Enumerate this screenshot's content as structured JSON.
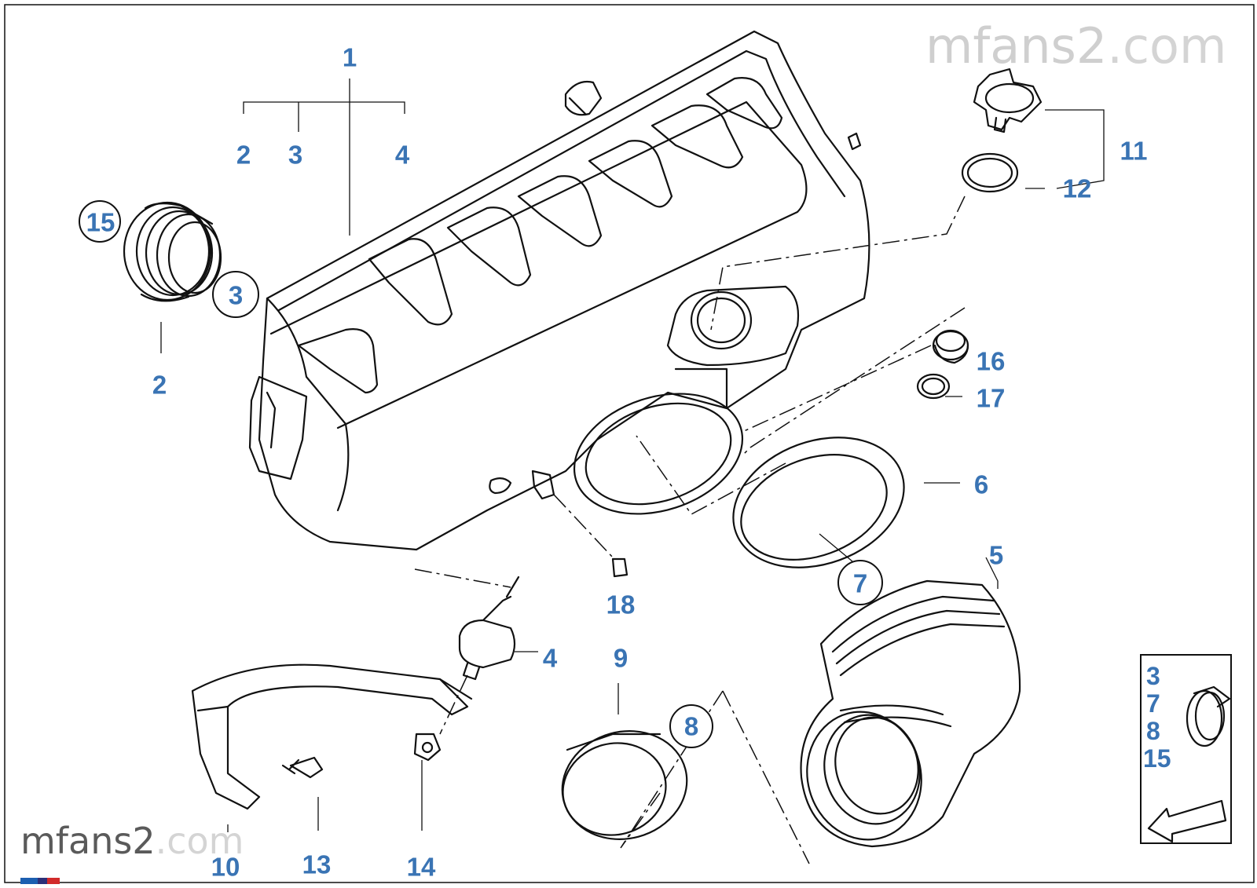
{
  "watermark": {
    "top": {
      "main": "mfans2",
      "suffix": ".com"
    },
    "bottom": {
      "main": "mfans2",
      "suffix": ".com"
    }
  },
  "callouts": {
    "c1": "1",
    "c2a": "2",
    "c3a": "3",
    "c4a": "4",
    "c15": "15",
    "c3b": "3",
    "c2b": "2",
    "c11": "11",
    "c12": "12",
    "c16": "16",
    "c17": "17",
    "c6": "6",
    "c5": "5",
    "c7": "7",
    "c18": "18",
    "c4b": "4",
    "c9": "9",
    "c8": "8",
    "c10": "10",
    "c13": "13",
    "c14": "14"
  },
  "legend": {
    "items": [
      "3",
      "7",
      "8",
      "15"
    ]
  },
  "colors": {
    "label": "#3a74b4",
    "line": "#111111",
    "stripe_blue": "#1c5fb0",
    "stripe_red": "#d22a2a"
  },
  "icons": [
    "hose-clamp-icon",
    "back-arrow-icon"
  ]
}
